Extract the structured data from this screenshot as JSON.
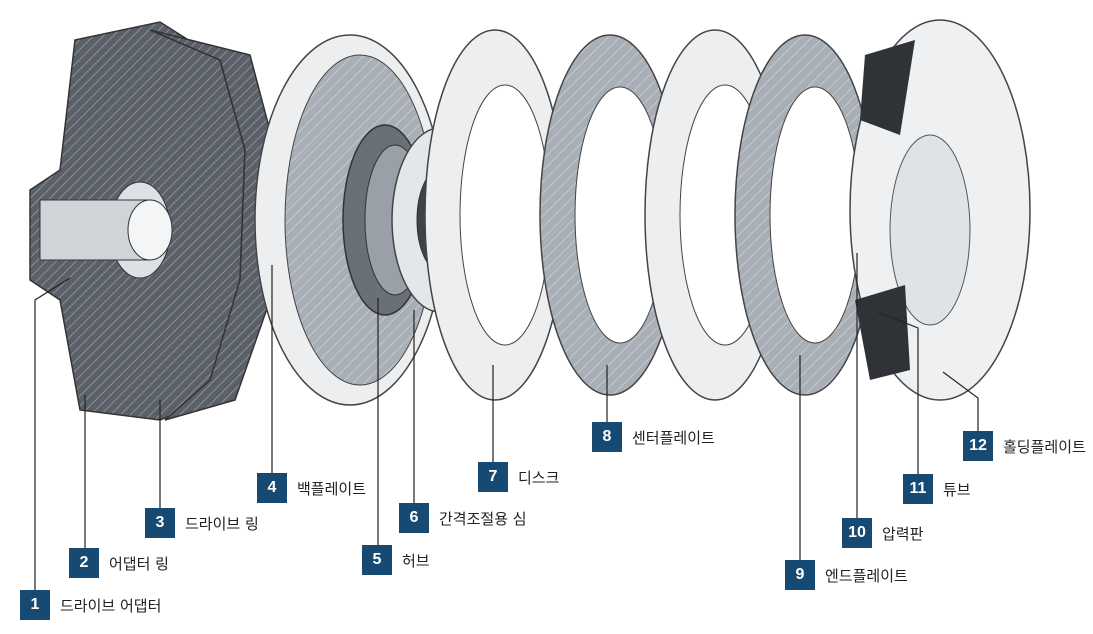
{
  "colors": {
    "badge": "#164a73",
    "leader": "#222222",
    "part_dark": "#5a5f66",
    "part_light": "#e9ecef"
  },
  "callouts": [
    {
      "num": "1",
      "label": "드라이브 어댑터"
    },
    {
      "num": "2",
      "label": "어댑터 링"
    },
    {
      "num": "3",
      "label": "드라이브 링"
    },
    {
      "num": "4",
      "label": "백플레이트"
    },
    {
      "num": "5",
      "label": "허브"
    },
    {
      "num": "6",
      "label": "간격조절용 심"
    },
    {
      "num": "7",
      "label": "디스크"
    },
    {
      "num": "8",
      "label": "센터플레이트"
    },
    {
      "num": "9",
      "label": "엔드플레이트"
    },
    {
      "num": "10",
      "label": "압력판"
    },
    {
      "num": "11",
      "label": "튜브"
    },
    {
      "num": "12",
      "label": "홀딩플레이트"
    }
  ]
}
